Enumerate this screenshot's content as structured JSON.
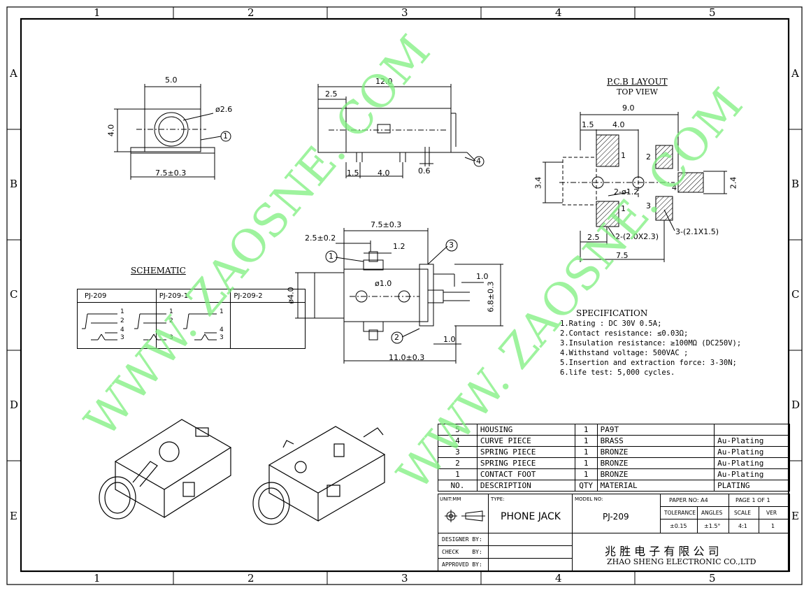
{
  "zones": {
    "columns": [
      "1",
      "2",
      "3",
      "4",
      "5"
    ],
    "rows": [
      "A",
      "B",
      "C",
      "D",
      "E"
    ]
  },
  "watermark": "WWW. ZAOSNE. COM",
  "views": {
    "front": {
      "dim_width": "5.0",
      "dim_height": "4.0",
      "dim_diameter": "ø2.6",
      "dim_base": "7.5±0.3",
      "callout": "1"
    },
    "side": {
      "dim_length": "12.0",
      "dim_offset": "2.5",
      "dim_a": "1.5",
      "dim_b": "4.0",
      "dim_c": "0.6",
      "callout": "4"
    },
    "bottom": {
      "dim_width": "7.5±0.3",
      "dim_offset": "2.5±0.2",
      "dim_pin": "1.2",
      "dim_hole": "ø1.0",
      "dim_dia": "ø4.0",
      "dim_height": "6.8±0.3",
      "dim_pin_r": "1.0",
      "dim_foot": "1.0",
      "dim_length": "11.0±0.3",
      "callout_1": "1",
      "callout_2": "2",
      "callout_3": "3"
    }
  },
  "pcb": {
    "title": "P.C.B LAYOUT",
    "subtitle": "TOP VIEW",
    "dim_total": "9.0",
    "dim_a": "1.5",
    "dim_b": "4.0",
    "dim_left": "3.4",
    "dim_right": "2.4",
    "holes": "2-ø1.2",
    "pad_note_a": "2-(2.0X2.3)",
    "pad_note_b": "3-(2.1X1.5)",
    "dim_c": "2.5",
    "dim_d": "7.5",
    "pad_labels": [
      "1",
      "2",
      "4",
      "1",
      "3"
    ]
  },
  "schematic": {
    "title": "SCHEMATIC",
    "headers": [
      "PJ-209",
      "PJ-209-1",
      "PJ-209-2"
    ],
    "pins": [
      "1",
      "2",
      "4",
      "3"
    ]
  },
  "specification": {
    "title": "SPECIFICATION",
    "lines": [
      "1.Rating : DC 30V 0.5A;",
      "2.Contact resistance: ≤0.03Ω;",
      "3.Insulation resistance: ≥100MΩ (DC250V);",
      "4.Withstand voltage: 500VAC ;",
      "5.Insertion and extraction force: 3-30N;",
      "6.life test: 5,000 cycles."
    ]
  },
  "bom": {
    "rows": [
      {
        "no": "5",
        "desc": "HOUSING",
        "qty": "1",
        "material": "PA9T",
        "plating": ""
      },
      {
        "no": "4",
        "desc": "CURVE PIECE",
        "qty": "1",
        "material": "BRASS",
        "plating": "Au-Plating"
      },
      {
        "no": "3",
        "desc": "SPRING PIECE",
        "qty": "1",
        "material": "BRONZE",
        "plating": "Au-Plating"
      },
      {
        "no": "2",
        "desc": "SPRING PIECE",
        "qty": "1",
        "material": "BRONZE",
        "plating": "Au-Plating"
      },
      {
        "no": "1",
        "desc": "CONTACT FOOT",
        "qty": "1",
        "material": "BRONZE",
        "plating": "Au-Plating"
      }
    ],
    "header": {
      "no": "NO.",
      "desc": "DESCRIPTION",
      "qty": "QTY",
      "material": "MATERIAL",
      "plating": "PLATING"
    }
  },
  "title_block": {
    "unit_label": "UNIT:MM",
    "type_label": "TYPE:",
    "type_value": "PHONE JACK",
    "model_label": "MODEL NO:",
    "model_value": "PJ-209",
    "paper_label": "PAPER NO: A4",
    "page_label": "PAGE 1 OF 1",
    "tolerance_label": "TOLERANCE",
    "angles_label": "ANGLES",
    "scale_label": "SCALE",
    "ver_label": "VER",
    "tolerance_value": "±0.15",
    "angles_value": "±1.5°",
    "scale_value": "4:1",
    "ver_value": "1",
    "designer_label": "DESIGNER BY:",
    "check_label": "CHECK    BY:",
    "approved_label": "APPROVED BY:",
    "company_cn": "兆 胜 电 子 有 限 公 司",
    "company_en": "ZHAO SHENG ELECTRONIC CO.,LTD"
  },
  "colors": {
    "line": "#000000",
    "watermark": "#7ef07e"
  }
}
